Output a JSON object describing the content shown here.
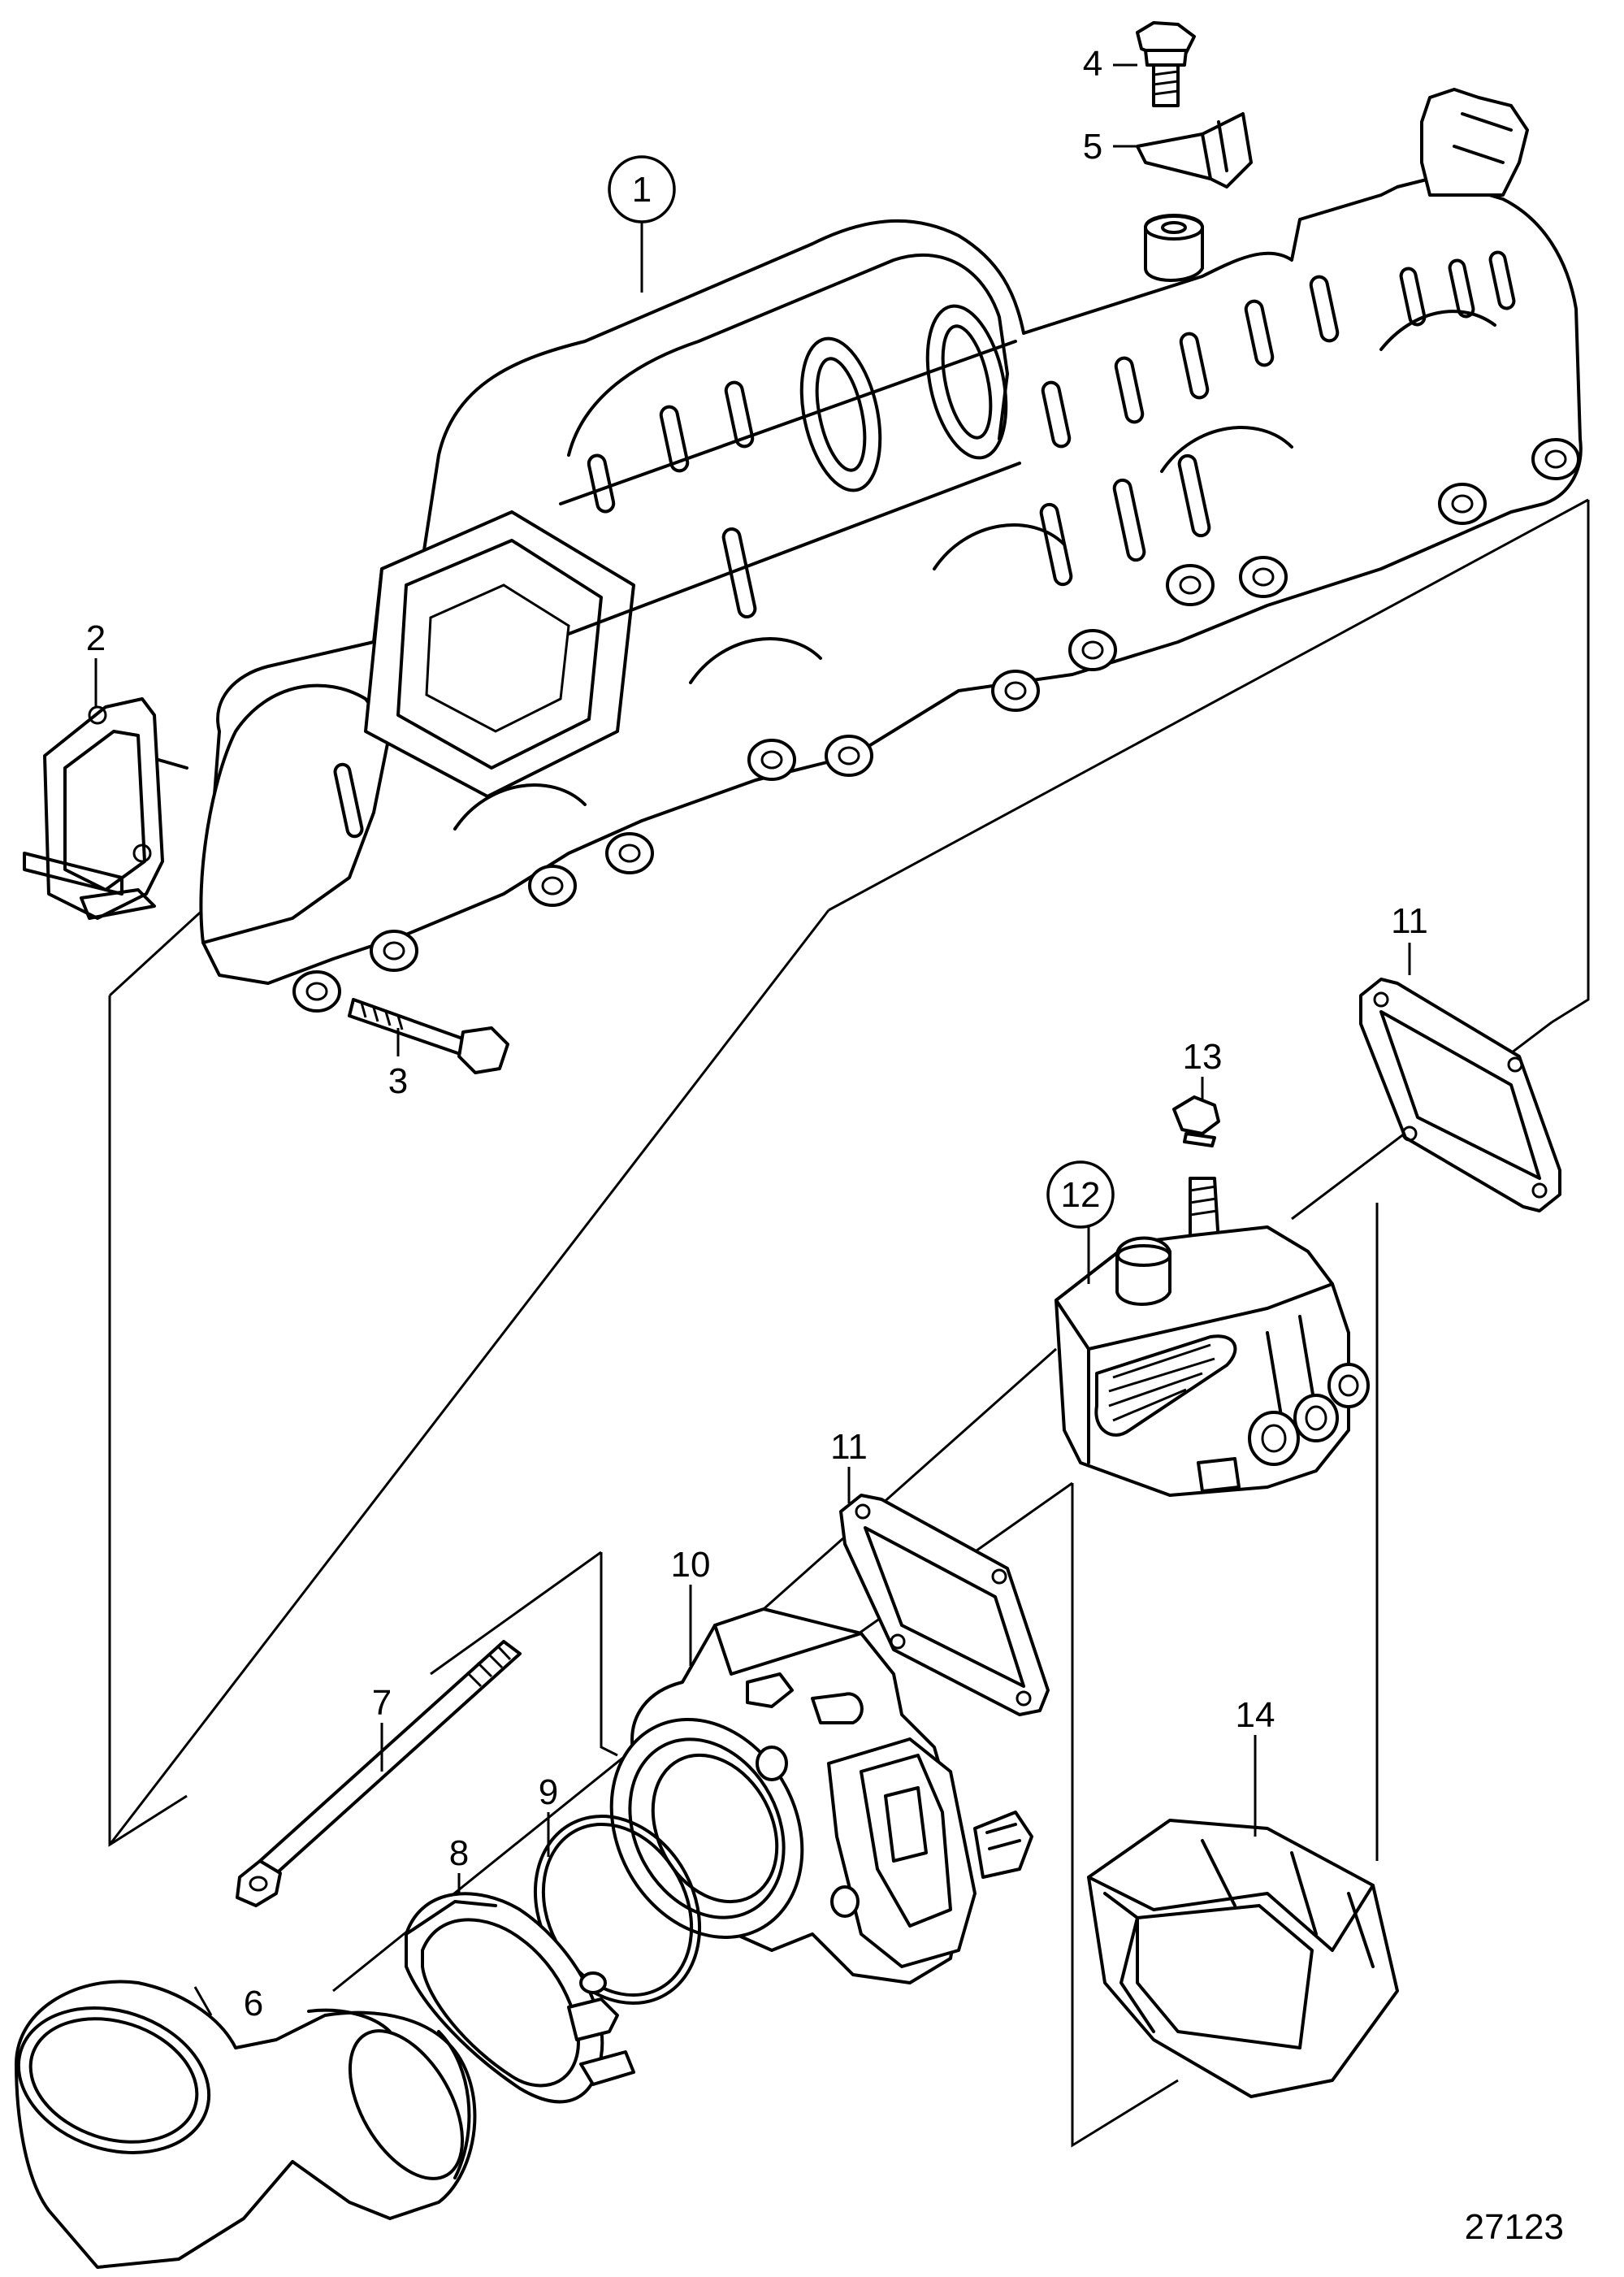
{
  "callouts": [
    {
      "id": "1",
      "label": "1",
      "circled": true
    },
    {
      "id": "2",
      "label": "2",
      "circled": false
    },
    {
      "id": "3",
      "label": "3",
      "circled": false
    },
    {
      "id": "4",
      "label": "4",
      "circled": false
    },
    {
      "id": "5",
      "label": "5",
      "circled": false
    },
    {
      "id": "6",
      "label": "6",
      "circled": false
    },
    {
      "id": "7",
      "label": "7",
      "circled": false
    },
    {
      "id": "8",
      "label": "8",
      "circled": false
    },
    {
      "id": "9",
      "label": "9",
      "circled": false
    },
    {
      "id": "10",
      "label": "10",
      "circled": false
    },
    {
      "id": "11a",
      "label": "11",
      "circled": false
    },
    {
      "id": "11b",
      "label": "11",
      "circled": false
    },
    {
      "id": "12",
      "label": "12",
      "circled": true
    },
    {
      "id": "13",
      "label": "13",
      "circled": false
    },
    {
      "id": "14",
      "label": "14",
      "circled": false
    }
  ],
  "drawing_number": "27123",
  "colors": {
    "line": "#000000",
    "background": "#ffffff"
  }
}
